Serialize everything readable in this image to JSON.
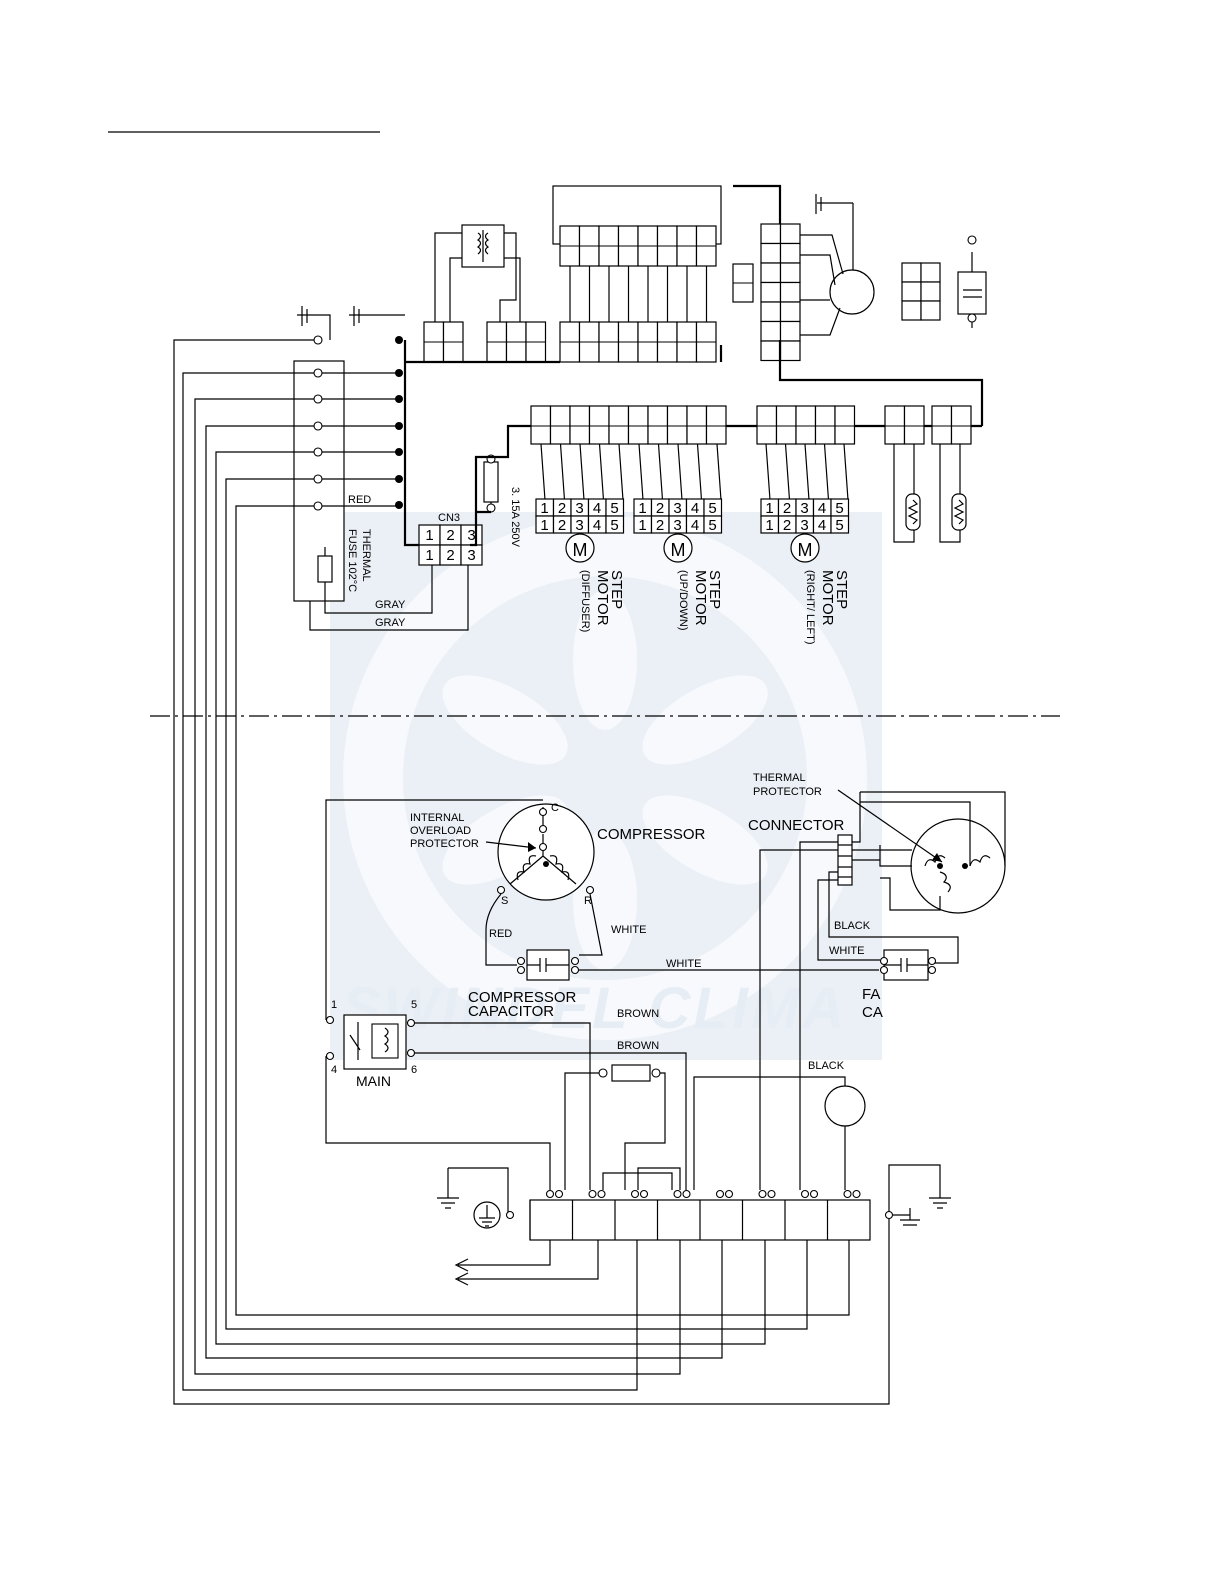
{
  "labels": {
    "red_top": "RED",
    "thermal_fuse": [
      "THERMAL",
      "FUSE 102°C"
    ],
    "cn3": "CN3",
    "gray_1": "GRAY",
    "gray_2": "GRAY",
    "fuse_rating": "3. 15A  250V",
    "step_motor_1": [
      "STEP",
      "MOTOR",
      "(DIFFUSER)"
    ],
    "step_motor_2": [
      "STEP",
      "MOTOR",
      "(UP/DOWN)"
    ],
    "step_motor_3": [
      "STEP",
      "MOTOR",
      "(RIGHT/ LEFT)"
    ],
    "motor_symbol": "M",
    "internal_overload_protector": [
      "INTERNAL",
      "OVERLOAD",
      "PROTECTOR"
    ],
    "compressor": "COMPRESSOR",
    "terminal_c": "C",
    "terminal_s": "S",
    "terminal_r": "R",
    "red_bottom": "RED",
    "white_compressor": "WHITE",
    "compressor_capacitor": [
      "COMPRESSOR",
      "CAPACITOR"
    ],
    "white_middle": "WHITE",
    "thermal_protector": [
      "THERMAL",
      "PROTECTOR"
    ],
    "connector": "CONNECTOR",
    "black_1": "BLACK",
    "white_right": "WHITE",
    "fan_capacitor": [
      "FA",
      "CA"
    ],
    "brown_1": "BROWN",
    "brown_2": "BROWN",
    "black_2": "BLACK",
    "relay_pins": [
      "1",
      "5",
      "4",
      "6"
    ],
    "relay_main": "MAIN",
    "watermark": "SWINDEL CLIMA"
  },
  "connector_numbers": {
    "cn3_top": [
      "1",
      "2",
      "3"
    ],
    "cn3_bottom": [
      "1",
      "2",
      "3"
    ],
    "step_header": [
      "1",
      "2",
      "3",
      "4",
      "5"
    ]
  }
}
